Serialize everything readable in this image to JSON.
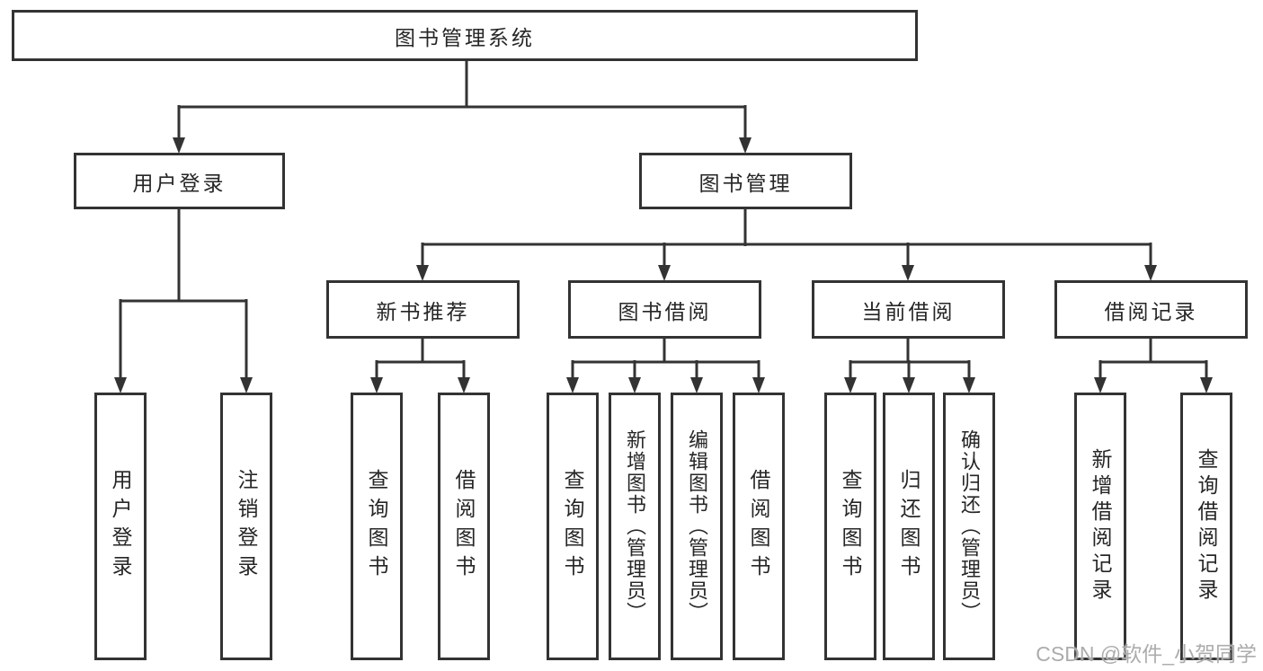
{
  "tree": {
    "label": "图书管理系统",
    "children": [
      {
        "label": "用户登录",
        "children": [
          {
            "label": "用户登录"
          },
          {
            "label": "注销登录"
          }
        ]
      },
      {
        "label": "图书管理",
        "children": [
          {
            "label": "新书推荐",
            "children": [
              {
                "label": "查询图书"
              },
              {
                "label": "借阅图书"
              }
            ]
          },
          {
            "label": "图书借阅",
            "children": [
              {
                "label": "查询图书"
              },
              {
                "label": "新增图书（管理员）"
              },
              {
                "label": "编辑图书（管理员）"
              },
              {
                "label": "借阅图书"
              }
            ]
          },
          {
            "label": "当前借阅",
            "children": [
              {
                "label": "查询图书"
              },
              {
                "label": "归还图书"
              },
              {
                "label": "确认归还（管理员）"
              }
            ]
          },
          {
            "label": "借阅记录",
            "children": [
              {
                "label": "新增借阅记录"
              },
              {
                "label": "查询借阅记录"
              }
            ]
          }
        ]
      }
    ]
  },
  "watermark": {
    "text": "CSDN @软件_小贺同学"
  },
  "colors": {
    "line": "#333333",
    "text": "#262626",
    "background": "#ffffff",
    "watermark": "#a8a8a8"
  }
}
